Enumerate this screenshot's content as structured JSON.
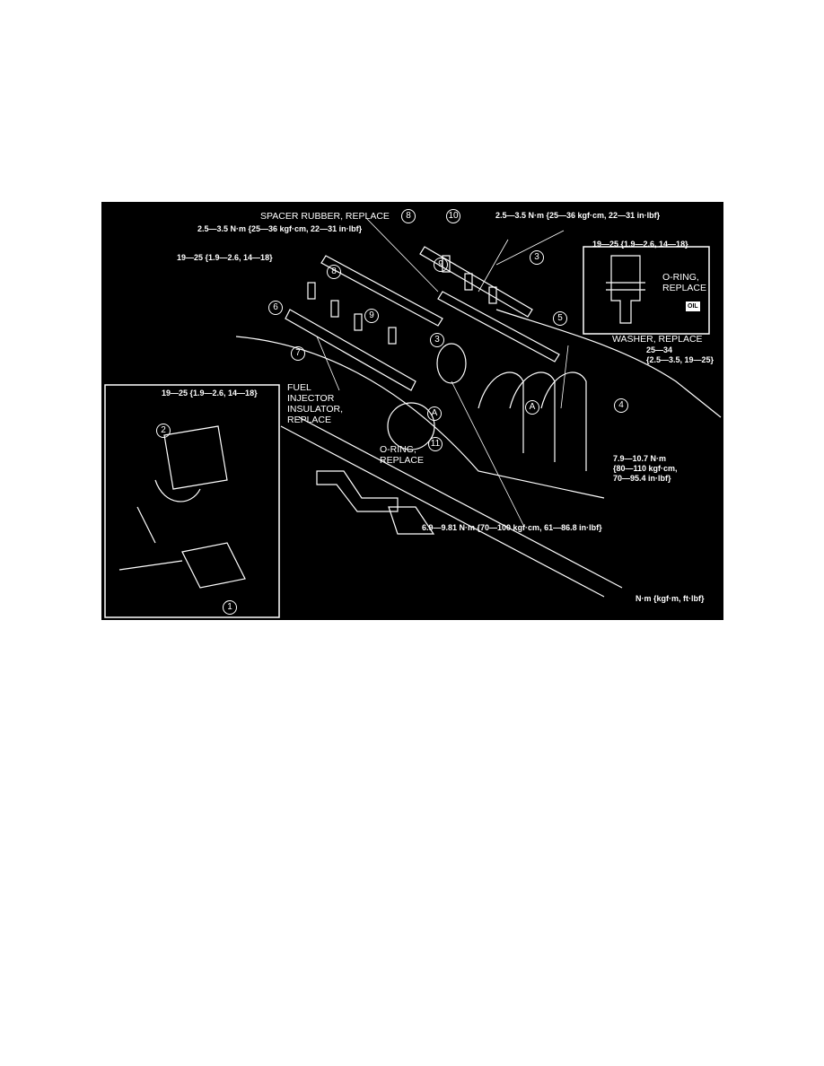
{
  "diagram": {
    "labels": {
      "spacer_rubber": "SPACER RUBBER, REPLACE",
      "torque_left_top": "2.5—3.5 N·m {25—36 kgf·cm, 22—31 in·lbf}",
      "torque_left_bolt": "19—25 {1.9—2.6, 14—18}",
      "torque_right_top": "2.5—3.5 N·m {25—36 kgf·cm, 22—31 in·lbf}",
      "torque_right_bolt": "19—25 {1.9—2.6, 14—18}",
      "oring_detail": "O-RING, REPLACE",
      "oil": "OIL",
      "washer": "WASHER, REPLACE",
      "washer_torque_1": "25—34",
      "washer_torque_2": "{2.5—3.5, 19—25}",
      "fuel_injector_1": "FUEL",
      "fuel_injector_2": "INJECTOR",
      "fuel_injector_3": "INSULATOR,",
      "fuel_injector_4": "REPLACE",
      "inset_torque": "19—25 {1.9—2.6, 14—18}",
      "oring_1": "O-RING,",
      "oring_2": "REPLACE",
      "torque_79_1": "7.9—10.7 N·m",
      "torque_79_2": "{80—110 kgf·cm,",
      "torque_79_3": "70—95.4 in·lbf}",
      "torque_69": "6.9—9.81 N·m {70—100 kgf·cm, 61—86.8 in·lbf}",
      "units": "N·m {kgf·m, ft·lbf}"
    },
    "callouts": [
      "8",
      "10",
      "8",
      "9",
      "3",
      "6",
      "9",
      "5",
      "3",
      "7",
      "4",
      "A",
      "A",
      "11",
      "2",
      "1"
    ]
  }
}
